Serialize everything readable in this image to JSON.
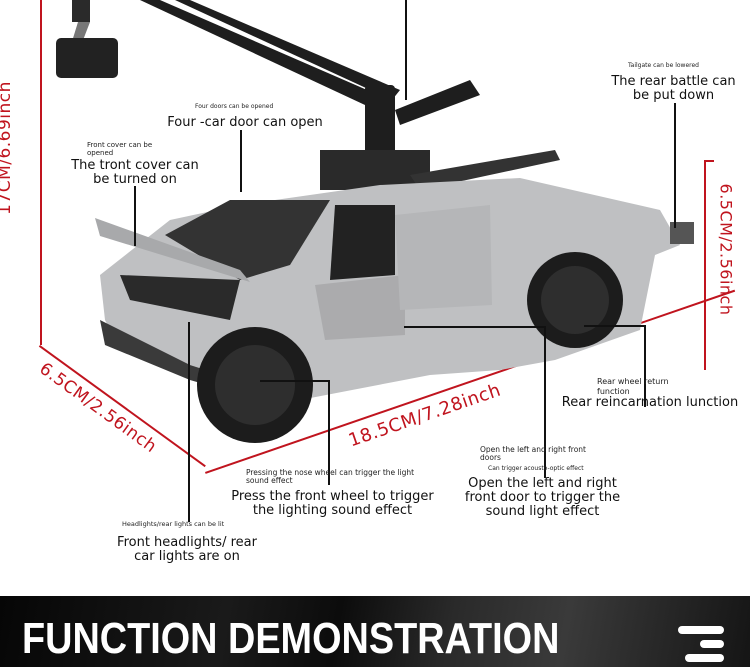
{
  "dimensions": {
    "height": "17CM/6.69inch",
    "rear_height": "6.5CM/2.56inch",
    "width": "6.5CM/2.56inch",
    "length": "18.5CM/7.28inch"
  },
  "annotations": {
    "four_doors": {
      "small": "Four doors can be opened",
      "caption": "Four -car door can open"
    },
    "front_cover": {
      "small": "Front cover can be opened",
      "caption": "The tront cover can be turned on"
    },
    "tailgate": {
      "small": "Tailgate can be lowered",
      "caption": "The rear battle can be put down"
    },
    "rear_wheel": {
      "small": "Rear wheel return function",
      "caption": "Rear reincarnation lunction"
    },
    "front_wheel": {
      "small": "Pressing the nose wheel can trigger the light sound effect",
      "caption": "Press the front wheel to trigger the lighting sound effect"
    },
    "front_doors": {
      "small": "Open the left and right front doors",
      "small2": "Can trigger acousto-optic effect",
      "caption": "Open the left and right front door to trigger the sound light effect"
    },
    "headlights": {
      "small": "Headlights/rear lights can be lit",
      "caption": "Front headlights/ rear car lights are on"
    }
  },
  "banner": {
    "title": "FUNCTION DEMONSTRATION",
    "icon": "menu-icon"
  },
  "colors": {
    "accent": "#c0141e",
    "banner_bg": "#111111",
    "text": "#111111"
  }
}
